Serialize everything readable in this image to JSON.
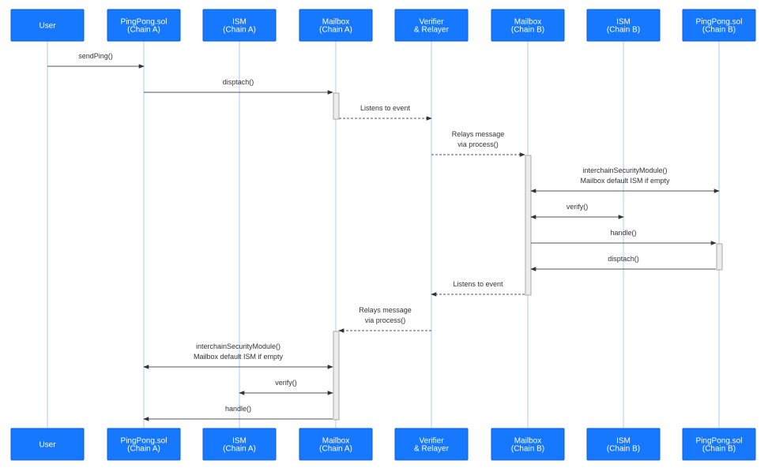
{
  "participants": [
    {
      "id": "user",
      "lines": [
        "User"
      ]
    },
    {
      "id": "ppA",
      "lines": [
        "PingPong.sol",
        "(Chain A)"
      ]
    },
    {
      "id": "ismA",
      "lines": [
        "ISM",
        "(Chain A)"
      ]
    },
    {
      "id": "mbA",
      "lines": [
        "Mailbox",
        "(Chain A)"
      ]
    },
    {
      "id": "relayer",
      "lines": [
        "Verifier",
        "& Relayer"
      ]
    },
    {
      "id": "mbB",
      "lines": [
        "Mailbox",
        "(Chain B)"
      ]
    },
    {
      "id": "ismB",
      "lines": [
        "ISM",
        "(Chain B)"
      ]
    },
    {
      "id": "ppB",
      "lines": [
        "PingPong.sol",
        "(Chain B)"
      ]
    }
  ],
  "messages": [
    {
      "from": "user",
      "to": "ppA",
      "style": "solid",
      "bidir": false,
      "label": [
        "sendPing()"
      ]
    },
    {
      "from": "ppA",
      "to": "mbA",
      "style": "solid",
      "bidir": false,
      "label": [
        "disptach()"
      ]
    },
    {
      "from": "mbA",
      "to": "relayer",
      "style": "dashed",
      "bidir": false,
      "label": [
        "Listens to event"
      ]
    },
    {
      "from": "relayer",
      "to": "mbB",
      "style": "dashed",
      "bidir": false,
      "label": [
        "Relays message",
        "via process()"
      ]
    },
    {
      "from": "mbB",
      "to": "ppB",
      "style": "solid",
      "bidir": true,
      "label": [
        "interchainSecurityModule()",
        "Mailbox default ISM if empty"
      ]
    },
    {
      "from": "mbB",
      "to": "ismB",
      "style": "solid",
      "bidir": true,
      "label": [
        "verify()"
      ]
    },
    {
      "from": "mbB",
      "to": "ppB",
      "style": "solid",
      "bidir": false,
      "label": [
        "handle()"
      ]
    },
    {
      "from": "ppB",
      "to": "mbB",
      "style": "solid",
      "bidir": false,
      "label": [
        "disptach()"
      ]
    },
    {
      "from": "mbB",
      "to": "relayer",
      "style": "dashed",
      "bidir": false,
      "label": [
        "Listens to event"
      ]
    },
    {
      "from": "relayer",
      "to": "mbA",
      "style": "dashed",
      "bidir": false,
      "label": [
        "Relays message",
        "via process()"
      ]
    },
    {
      "from": "mbA",
      "to": "ppA",
      "style": "solid",
      "bidir": true,
      "label": [
        "interchainSecurityModule()",
        "Mailbox default ISM if empty"
      ]
    },
    {
      "from": "mbA",
      "to": "ismA",
      "style": "solid",
      "bidir": true,
      "label": [
        "verify()"
      ]
    },
    {
      "from": "mbA",
      "to": "ppA",
      "style": "solid",
      "bidir": false,
      "label": [
        "handle()"
      ]
    }
  ],
  "activations": [
    {
      "on": "mbA",
      "from_msg": 1,
      "to_msg": 2
    },
    {
      "on": "mbB",
      "from_msg": 3,
      "to_msg": 8
    },
    {
      "on": "ppB",
      "from_msg": 6,
      "to_msg": 7
    },
    {
      "on": "mbA",
      "from_msg": 9,
      "to_msg": 12
    }
  ],
  "colors": {
    "box": "#1677ff",
    "lifeline": "#a8ccef",
    "arrow": "#555555"
  }
}
